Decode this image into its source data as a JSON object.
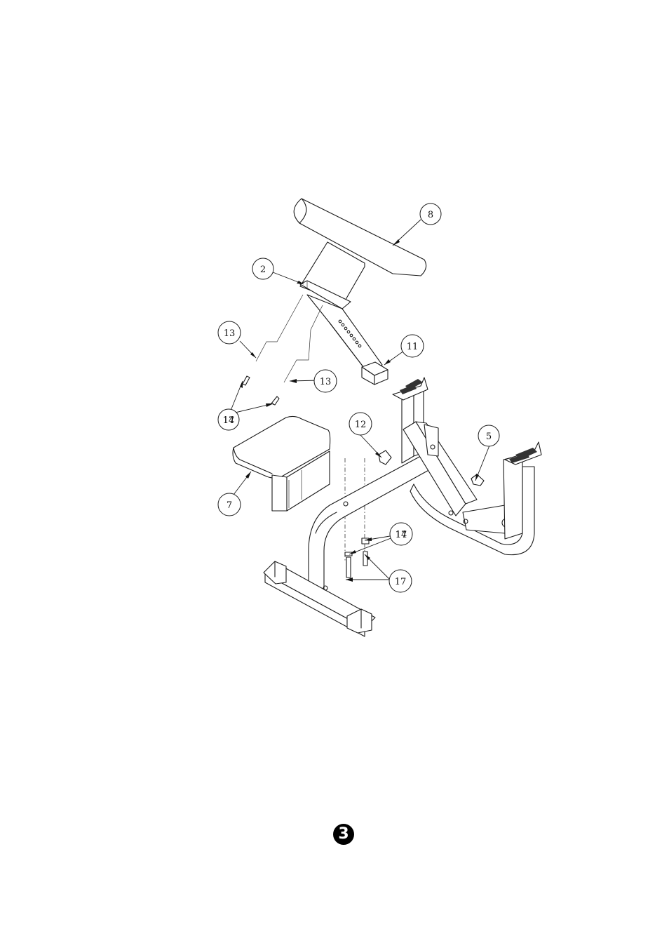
{
  "callouts": [
    {
      "id": "c8",
      "label": "8"
    },
    {
      "id": "c2",
      "label": "2"
    },
    {
      "id": "c13a",
      "label": "13"
    },
    {
      "id": "c11",
      "label": "11"
    },
    {
      "id": "c13b",
      "label": "13"
    },
    {
      "id": "c17a",
      "label": "17"
    },
    {
      "id": "c14a",
      "label": "14"
    },
    {
      "id": "c12",
      "label": "12"
    },
    {
      "id": "c5",
      "label": "5"
    },
    {
      "id": "c7",
      "label": "7"
    },
    {
      "id": "c14b",
      "label": "14"
    },
    {
      "id": "c17b",
      "label": "17"
    },
    {
      "id": "c17c",
      "label": "17"
    }
  ],
  "page_number": "3"
}
